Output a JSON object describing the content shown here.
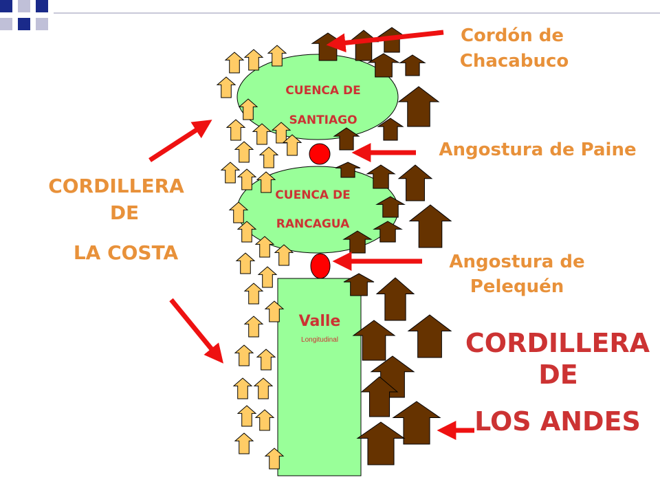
{
  "labels": {
    "chacabuco_1": "Cordón de",
    "chacabuco_2": "Chacabuco",
    "paine": "Angostura de Paine",
    "pelequen_1": "Angostura de",
    "pelequen_2": "Pelequén",
    "costa_1": "CORDILLERA",
    "costa_2": "DE",
    "costa_3": "LA COSTA",
    "andes_1": "CORDILLERA",
    "andes_2": "DE",
    "andes_3": "LOS ANDES",
    "santiago_1": "CUENCA DE",
    "santiago_2": "SANTIAGO",
    "rancagua_1": "CUENCA DE",
    "rancagua_2": "RANCAGUA",
    "valle_1": "Valle",
    "valle_2": "Longitudinal"
  },
  "colors": {
    "basin_fill": "#99ff99",
    "narrows_fill": "#ff0000",
    "pointer_arrow": "#ee1111",
    "costa_arrow_fill": "#ffcc66",
    "andes_arrow_fill": "#663300",
    "corner_blue": "#1a2a8a",
    "corner_light": "#c0c0d8"
  },
  "icons": {
    "costa_uplift": "up-arrow-icon",
    "andes_uplift": "up-arrow-icon",
    "pointer": "red-pointer-arrow"
  }
}
